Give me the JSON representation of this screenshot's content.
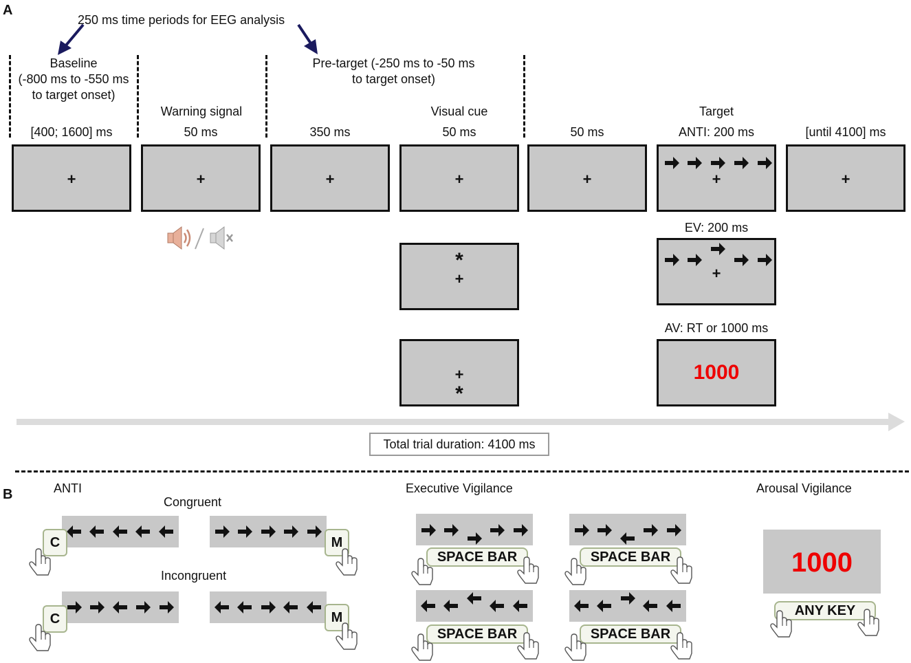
{
  "panel_a": {
    "letter": "A",
    "eeg_note": "250 ms time periods for EEG analysis",
    "baseline_title": "Baseline",
    "baseline_range": "(-800 ms to -550 ms",
    "baseline_onset": "to target onset)",
    "pretarget_title": "Pre-target (-250 ms to -50 ms",
    "pretarget_onset": "to target onset)",
    "warning_signal": "Warning signal",
    "visual_cue": "Visual cue",
    "target": "Target",
    "durations": [
      "[400; 1600] ms",
      "50 ms",
      "350 ms",
      "50 ms",
      "50 ms",
      "ANTI: 200 ms",
      "[until 4100] ms"
    ],
    "fixation": "+",
    "cue_mark": "*",
    "ev_label": "EV: 200 ms",
    "av_label": "AV: RT or 1000 ms",
    "av_value": "1000",
    "total_duration": "Total trial duration: 4100 ms",
    "icons": [
      "speaker-on-icon",
      "speaker-muted-icon"
    ]
  },
  "panel_b": {
    "letter": "B",
    "anti_title": "ANTI",
    "congruent": "Congruent",
    "incongruent": "Incongruent",
    "key_c": "C",
    "key_m": "M",
    "ev_title": "Executive Vigilance",
    "space_bar": "SPACE BAR",
    "av_title": "Arousal Vigilance",
    "av_value": "1000",
    "any_key": "ANY KEY",
    "icons": [
      "pointing-hand-icon",
      "left-arrow-icon",
      "right-arrow-icon"
    ]
  },
  "colors": {
    "screen_gray": "#c8c8c8",
    "countdown_red": "#ee0000",
    "cue_arrow_navy": "#1a1a5e",
    "timeline_gray": "#dcdcdc"
  }
}
